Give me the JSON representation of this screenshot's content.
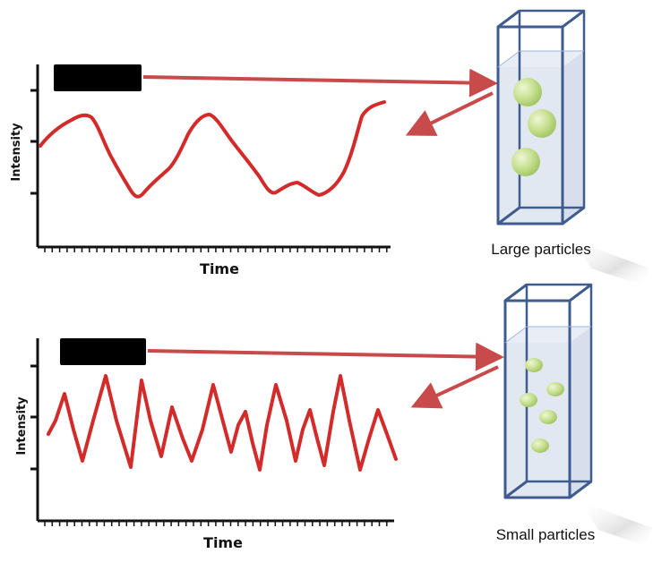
{
  "colors": {
    "signal": "#d32a2a",
    "arrow": "#c94a4a",
    "axis": "#111111",
    "cuvette_edge": "#3f5c8c",
    "cuvette_liquid": "#dfe6f1",
    "particle": "#c6e08f",
    "redaction": "#000000"
  },
  "top_panel": {
    "ylabel": "Intensity",
    "xlabel": "Time",
    "caption": "Large particles",
    "icon": "cuvette-large-particles",
    "signal_pattern": "slow fluctuations"
  },
  "bottom_panel": {
    "ylabel": "Intensity",
    "xlabel": "Time",
    "caption": "Small particles",
    "icon": "cuvette-small-particles",
    "signal_pattern": "fast fluctuations"
  }
}
